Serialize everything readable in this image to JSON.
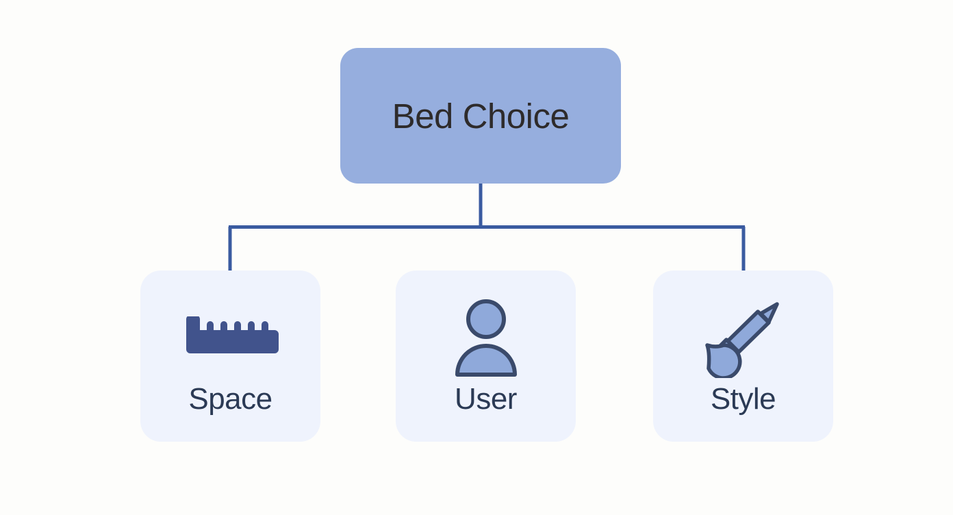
{
  "diagram": {
    "type": "tree-hierarchy",
    "orientation": "top-down",
    "background_color": "#fdfdfb",
    "connector_color": "#3a5ba0",
    "root": {
      "label": "Bed Choice",
      "fill_color": "#96aede",
      "text_color": "#2e2b2b"
    },
    "children": [
      {
        "label": "Space",
        "icon": "ruler-icon",
        "fill_color": "#eff3fd",
        "text_color": "#2b3a55",
        "icon_color": "#41538c"
      },
      {
        "label": "User",
        "icon": "person-icon",
        "fill_color": "#eff3fd",
        "text_color": "#2b3a55",
        "icon_color": "#8fa9da",
        "icon_outline_color": "#3a4a6b"
      },
      {
        "label": "Style",
        "icon": "paintbrush-icon",
        "fill_color": "#eff3fd",
        "text_color": "#2b3a55",
        "icon_color": "#8fa9da",
        "icon_outline_color": "#3a4a6b"
      }
    ]
  }
}
